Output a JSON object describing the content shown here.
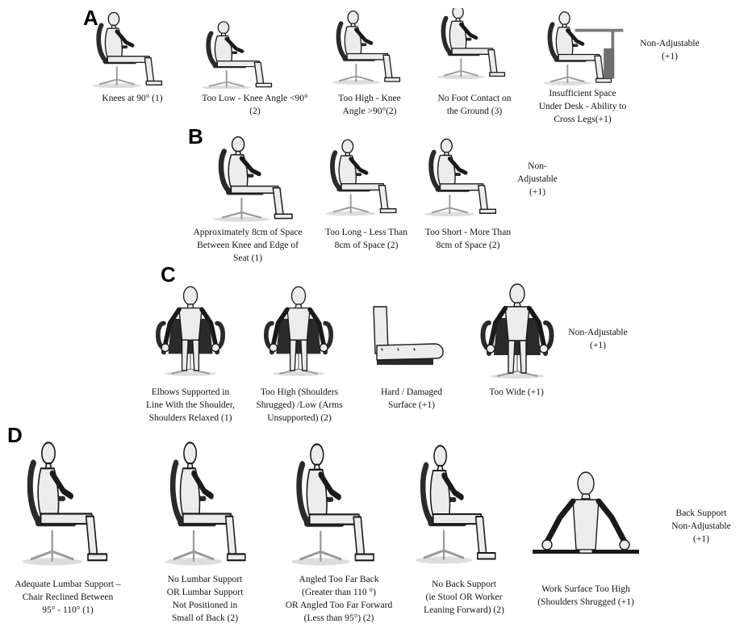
{
  "colors": {
    "outline": "#1a1a1a",
    "skin": "#ececec",
    "chair": "#2a2a2a",
    "chair_base": "#9a9a9a",
    "floor_shadow": "#dddddd"
  },
  "sections": [
    {
      "letter": "A",
      "items": [
        {
          "icon": "mannequin-seated-knees-90-icon",
          "caption": "Knees at 90° (1)"
        },
        {
          "icon": "mannequin-seat-too-low-icon",
          "caption": "Too Low - Knee Angle <90°\n(2)"
        },
        {
          "icon": "mannequin-seat-too-high-icon",
          "caption": "Too High  - Knee\nAngle >90°(2)"
        },
        {
          "icon": "mannequin-feet-off-ground-icon",
          "caption": "No Foot Contact on\nthe Ground (3)"
        },
        {
          "icon": "mannequin-under-desk-icon",
          "caption": "Insufficient Space\nUnder Desk - Ability to\nCross Legs(+1)"
        }
      ],
      "note": "Non-Adjustable\n(+1)"
    },
    {
      "letter": "B",
      "items": [
        {
          "icon": "mannequin-seat-depth-ok-icon",
          "caption": "Approximately 8cm of Space\nBetween Knee and Edge of\nSeat (1)"
        },
        {
          "icon": "mannequin-seat-too-long-icon",
          "caption": "Too Long - Less Than\n8cm of Space (2)"
        },
        {
          "icon": "mannequin-seat-too-short-icon",
          "caption": "Too Short - More Than\n8cm of Space (2)"
        }
      ],
      "note": "Non-\nAdjustable\n(+1)"
    },
    {
      "letter": "C",
      "items": [
        {
          "icon": "mannequin-armrest-ok-icon",
          "caption": "Elbows Supported in\nLine With the Shoulder,\nShoulders Relaxed  (1)"
        },
        {
          "icon": "mannequin-armrest-too-high-icon",
          "caption": "Too High (Shoulders\nShrugged) /Low (Arms\nUnsupported) (2)"
        },
        {
          "icon": "forearm-on-hard-surface-icon",
          "caption": "Hard / Damaged\nSurface (+1)"
        },
        {
          "icon": "mannequin-armrest-too-wide-icon",
          "caption": "Too Wide (+1)"
        }
      ],
      "note": "Non-Adjustable\n(+1)"
    },
    {
      "letter": "D",
      "items": [
        {
          "icon": "mannequin-lumbar-support-ok-icon",
          "caption": "Adequate Lumbar Support –\nChair Reclined Between\n95° -  110° (1)"
        },
        {
          "icon": "mannequin-no-lumbar-support-icon",
          "caption": "No Lumbar Support\nOR Lumbar Support\nNot Positioned in\nSmall of Back (2)"
        },
        {
          "icon": "mannequin-backrest-angled-icon",
          "caption": "Angled Too Far Back\n(Greater than 110 °)\nOR Angled Too Far Forward\n(Less than 95°) (2)"
        },
        {
          "icon": "mannequin-no-back-support-icon",
          "caption": "No Back Support\n(ie Stool OR Worker\nLeaning Forward) (2)"
        },
        {
          "icon": "mannequin-work-surface-too-high-icon",
          "caption": "Work Surface Too High\n(Shoulders Shrugged (+1)"
        }
      ],
      "note": "Back Support\nNon-Adjustable\n(+1)"
    }
  ]
}
